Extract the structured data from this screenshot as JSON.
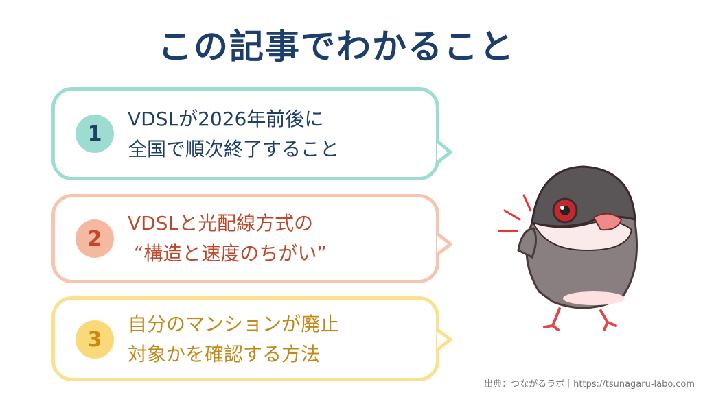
{
  "title": "この記事でわかること",
  "items": [
    {
      "number": "1",
      "line1": "VDSLが2026年前後に",
      "line2": "全国で順次終了すること",
      "border": "#9ddcd0",
      "circle": "#9ddcd0",
      "numColor": "#1f3f66",
      "textColor": "#1f3f66"
    },
    {
      "number": "2",
      "line1": "VDSLと光配線方式の",
      "line2": " “構造と速度のちがい”",
      "border": "#f7c4b0",
      "circle": "#f4b9a0",
      "numColor": "#c0492a",
      "textColor": "#bb4a2c"
    },
    {
      "number": "3",
      "line1": "自分のマンションが廃止",
      "line2": "対象かを確認する方法",
      "border": "#fbe08e",
      "circle": "#f9d97a",
      "numColor": "#c98a10",
      "textColor": "#c08a1a"
    }
  ],
  "credit": "出典：つながるラボ｜https://tsunagaru-labo.com"
}
